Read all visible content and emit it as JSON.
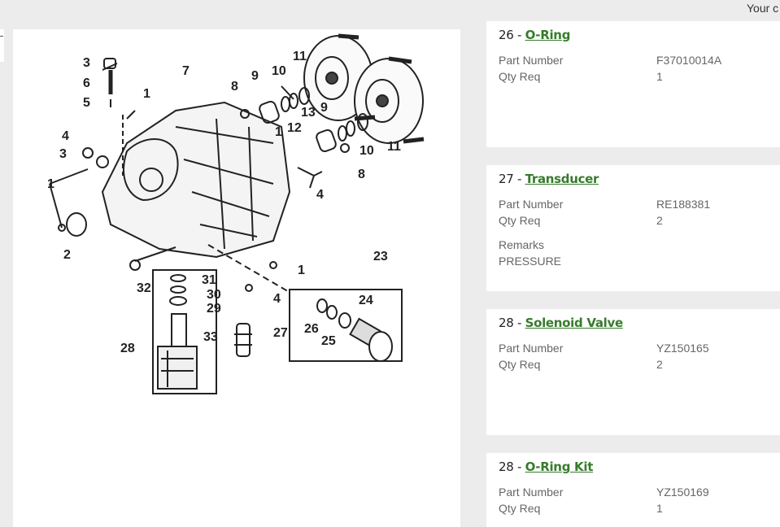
{
  "header": {
    "text": "Your c"
  },
  "diagram": {
    "callouts": [
      "3",
      "6",
      "5",
      "1",
      "7",
      "8",
      "9",
      "10",
      "11",
      "4",
      "3",
      "1",
      "12",
      "13",
      "1",
      "9",
      "10",
      "11",
      "8",
      "4",
      "2",
      "32",
      "31",
      "30",
      "29",
      "33",
      "28",
      "1",
      "4",
      "23",
      "24",
      "26",
      "25",
      "27"
    ]
  },
  "parts": [
    {
      "ref": "26",
      "name": "O-Ring",
      "part_number_label": "Part Number",
      "part_number": "F37010014A",
      "qty_label": "Qty Req",
      "qty": "1"
    },
    {
      "ref": "27",
      "name": "Transducer",
      "part_number_label": "Part Number",
      "part_number": "RE188381",
      "qty_label": "Qty Req",
      "qty": "2",
      "remarks_label": "Remarks",
      "remarks": "PRESSURE"
    },
    {
      "ref": "28",
      "name": "Solenoid Valve",
      "part_number_label": "Part Number",
      "part_number": "YZ150165",
      "qty_label": "Qty Req",
      "qty": "2"
    },
    {
      "ref": "28",
      "name": "O-Ring Kit",
      "part_number_label": "Part Number",
      "part_number": "YZ150169",
      "qty_label": "Qty Req",
      "qty": "1"
    }
  ],
  "separator": " - ",
  "colors": {
    "link": "#367c2b",
    "background": "#ececec",
    "card": "#ffffff"
  }
}
